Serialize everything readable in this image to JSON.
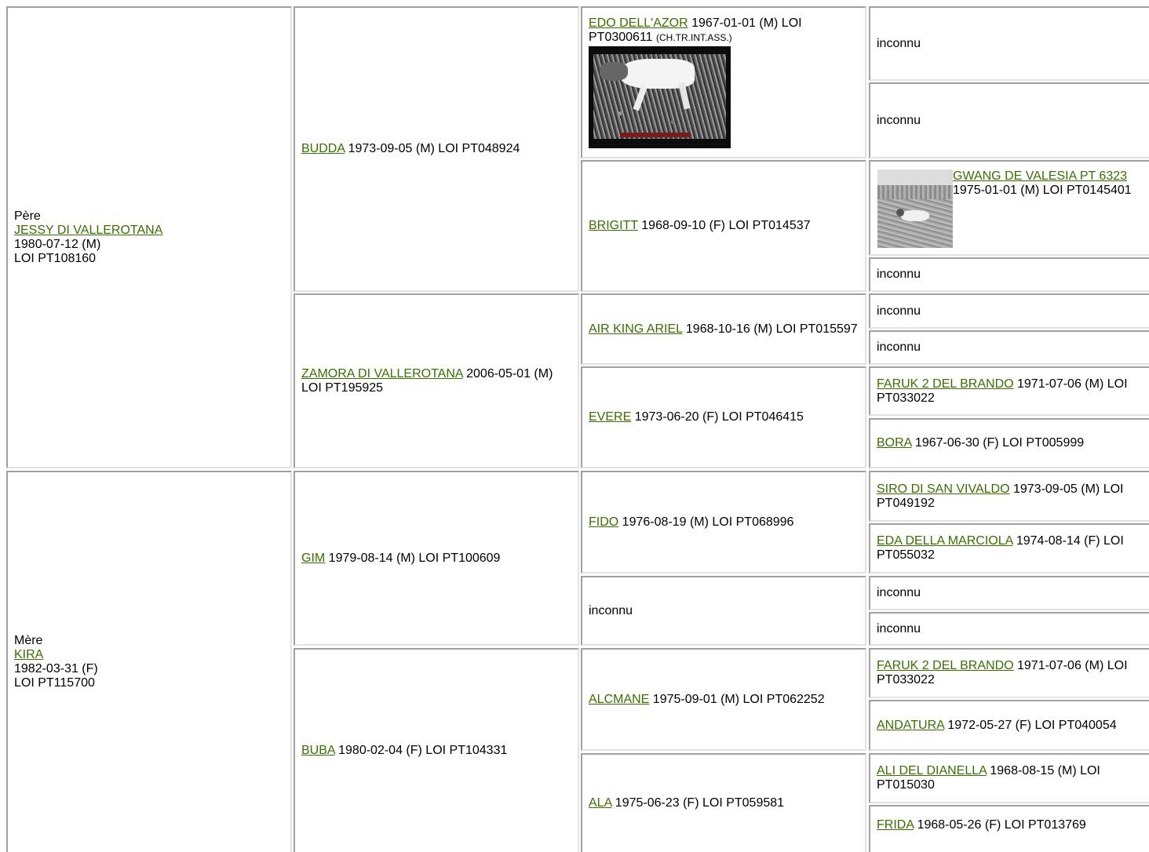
{
  "unknown_label": "inconnu",
  "sire": {
    "role": "Père",
    "name": "JESSY DI VALLEROTANA",
    "dob": "1980-07-12 (M)",
    "reg": "LOI PT108160"
  },
  "dam": {
    "role": "Mère",
    "name": "KIRA",
    "dob": "1982-03-31 (F)",
    "reg": "LOI PT115700"
  },
  "gen2": [
    {
      "name": "BUDDA",
      "info": " 1973-09-05 (M) LOI PT048924"
    },
    {
      "name": "ZAMORA DI VALLEROTANA",
      "info": " 2006-05-01 (M) LOI PT195925"
    },
    {
      "name": "GIM",
      "info": " 1979-08-14 (M) LOI PT100609"
    },
    {
      "name": "BUBA",
      "info": " 1980-02-04 (F) LOI PT104331"
    }
  ],
  "gen3": [
    {
      "name": "EDO DELL'AZOR",
      "info": " 1967-01-01 (M) LOI PT0300611 ",
      "title": "(CH.TR.INT.ASS.)"
    },
    {
      "name": "BRIGITT",
      "info": " 1968-09-10 (F) LOI PT014537"
    },
    {
      "name": "AIR KING ARIEL",
      "info": " 1968-10-16 (M) LOI PT015597"
    },
    {
      "name": "EVERE",
      "info": " 1973-06-20 (F) LOI PT046415"
    },
    {
      "name": "FIDO",
      "info": " 1976-08-19 (M) LOI PT068996"
    },
    {
      "name": "ALCMANE",
      "info": " 1975-09-01 (M) LOI PT062252"
    },
    {
      "name": "ALA",
      "info": " 1975-06-23 (F) LOI PT059581"
    }
  ],
  "gen4": [
    {
      "name": "GWANG DE VALESIA PT 6323",
      "info": " 1975-01-01 (M) LOI PT0145401"
    },
    {
      "name": "FARUK 2 DEL BRANDO",
      "info": " 1971-07-06 (M) LOI PT033022"
    },
    {
      "name": "BORA",
      "info": " 1967-06-30 (F) LOI PT005999"
    },
    {
      "name": "SIRO DI SAN VIVALDO",
      "info": " 1973-09-05 (M) LOI PT049192"
    },
    {
      "name": "EDA DELLA MARCIOLA",
      "info": " 1974-08-14 (F) LOI PT055032"
    },
    {
      "name": "FARUK 2 DEL BRANDO",
      "info": " 1971-07-06 (M) LOI PT033022"
    },
    {
      "name": "ANDATURA",
      "info": " 1972-05-27 (F) LOI PT040054"
    },
    {
      "name": "ALI DEL DIANELLA",
      "info": " 1968-08-15 (M) LOI PT015030"
    },
    {
      "name": "FRIDA",
      "info": " 1968-05-26 (F) LOI PT013769"
    }
  ]
}
